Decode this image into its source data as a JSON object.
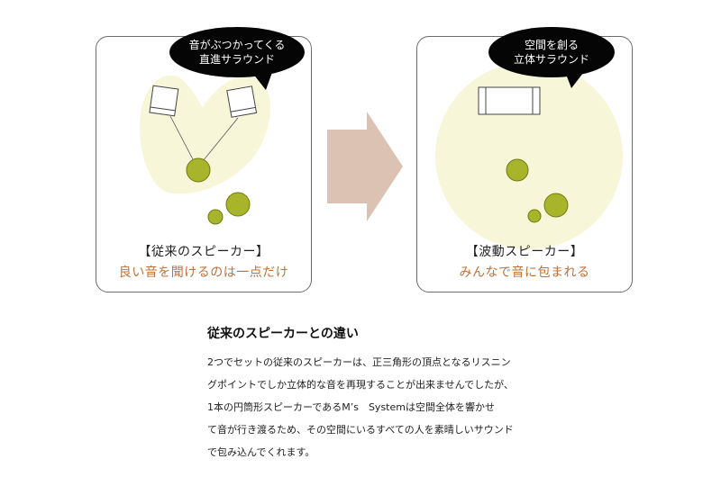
{
  "left_panel": {
    "bubble_lines": [
      "音がぶつかってくる",
      "直進サラウンド"
    ],
    "title": "【従来のスピーカー】",
    "subtitle": "良い音を聞けるのは一点だけ"
  },
  "right_panel": {
    "bubble_lines": [
      "空間を創る",
      "立体サラウンド"
    ],
    "title": "【波動スピーカー】",
    "subtitle": "みんなで音に包まれる"
  },
  "description": {
    "title": "従来のスピーカーとの違い",
    "lines": [
      "2つでセットの従来のスピーカーは、正三角形の頂点となるリスニン",
      "グポイントでしか立体的な音を再現することが出来ませんでしたが、",
      "1本の円筒形スピーカーであるM’s　Systemは空間全体を響かせ",
      "て音が行き渡るため、その空間にいるすべての人を素晴しいサウンド",
      "で包み込んでくれます。"
    ]
  },
  "colors": {
    "sound_area": "#f7f6d9",
    "listener": "#a8b52b",
    "arrow": "#dcc2b2",
    "accent_text": "#c0703a",
    "bubble": "#050505"
  }
}
